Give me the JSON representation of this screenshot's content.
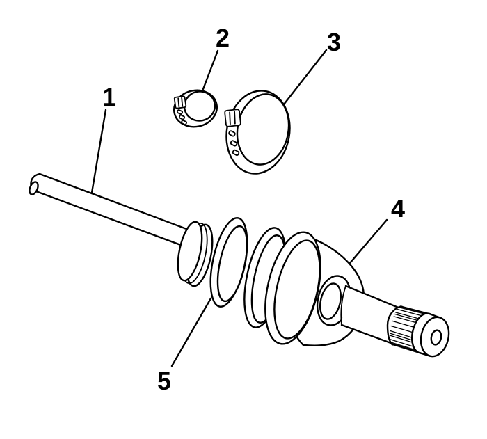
{
  "diagram": {
    "background": "#ffffff",
    "line_color": "#000000",
    "callouts": [
      {
        "number": "1"
      },
      {
        "number": "2"
      },
      {
        "number": "3"
      },
      {
        "number": "4"
      },
      {
        "number": "5"
      }
    ]
  }
}
